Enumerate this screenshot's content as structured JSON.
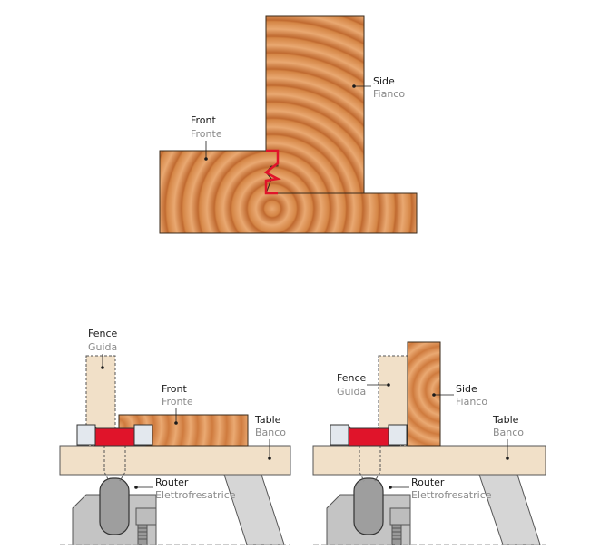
{
  "diagram": {
    "joint": {
      "side_label": "Side",
      "side_label_it": "Fianco",
      "front_label": "Front",
      "front_label_it": "Fronte"
    },
    "setup_front": {
      "fence_label": "Fence",
      "fence_label_it": "Guida",
      "workpiece_label": "Front",
      "workpiece_label_it": "Fronte",
      "table_label": "Table",
      "table_label_it": "Banco",
      "router_label": "Router",
      "router_label_it": "Elettrofresatrice"
    },
    "setup_side": {
      "fence_label": "Fence",
      "fence_label_it": "Guida",
      "workpiece_label": "Side",
      "workpiece_label_it": "Fianco",
      "table_label": "Table",
      "table_label_it": "Banco",
      "router_label": "Router",
      "router_label_it": "Elettrofresatrice"
    },
    "colors": {
      "wood": "#d98a4f",
      "wood_ring": "#b8642e",
      "cutter": "#e0142a",
      "table": "#f1e0c8",
      "fence": "#f1e0c8",
      "router_body": "#b9b9b9",
      "leg": "#d6d6d6",
      "outline": "#1a1a1a"
    }
  }
}
